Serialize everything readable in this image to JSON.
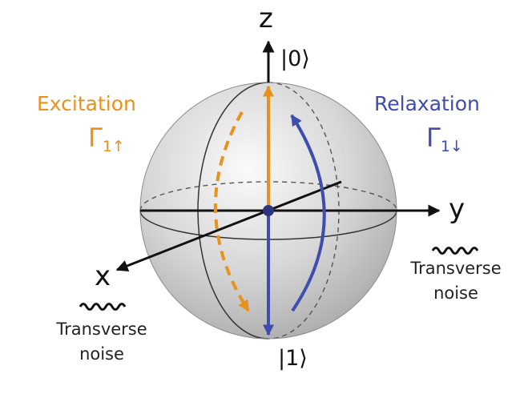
{
  "axes": {
    "z": "z",
    "y": "y",
    "x": "x"
  },
  "states": {
    "ket0": "|0⟩",
    "ket1": "|1⟩"
  },
  "excitation": {
    "label": "Excitation",
    "rate_symbol": "Γ",
    "rate_subscript": "1↑"
  },
  "relaxation": {
    "label": "Relaxation",
    "rate_symbol": "Γ",
    "rate_subscript": "1↓"
  },
  "noise_right": {
    "line1": "Transverse",
    "line2": "noise"
  },
  "noise_left": {
    "line1": "Transverse",
    "line2": "noise"
  },
  "colors": {
    "excitation": "#E8921E",
    "relaxation": "#3F4DAF",
    "axis": "#111111",
    "sphere_highlight": "#FAFAFA",
    "sphere_shadow": "#A9A9A9"
  }
}
